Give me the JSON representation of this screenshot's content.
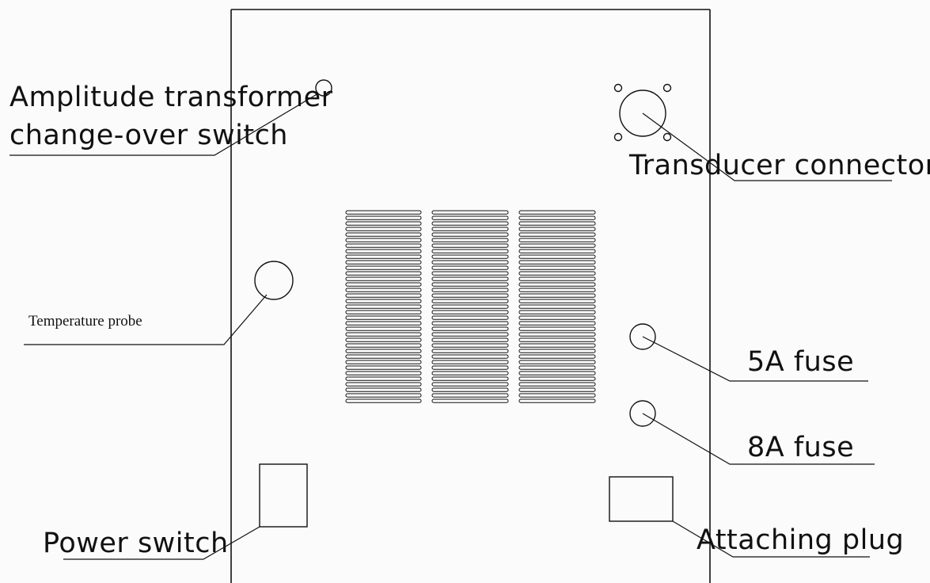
{
  "labels": {
    "amplitude_line1": "Amplitude transformer",
    "amplitude_line2": "change-over switch",
    "transducer": "Transducer connector",
    "temperature": "Temperature probe",
    "fuse_5a": "5A fuse",
    "fuse_8a": "8A fuse",
    "power": "Power switch",
    "plug": "Attaching plug"
  },
  "colors": {
    "ink": "#111111",
    "paper": "#fbfbfb"
  }
}
